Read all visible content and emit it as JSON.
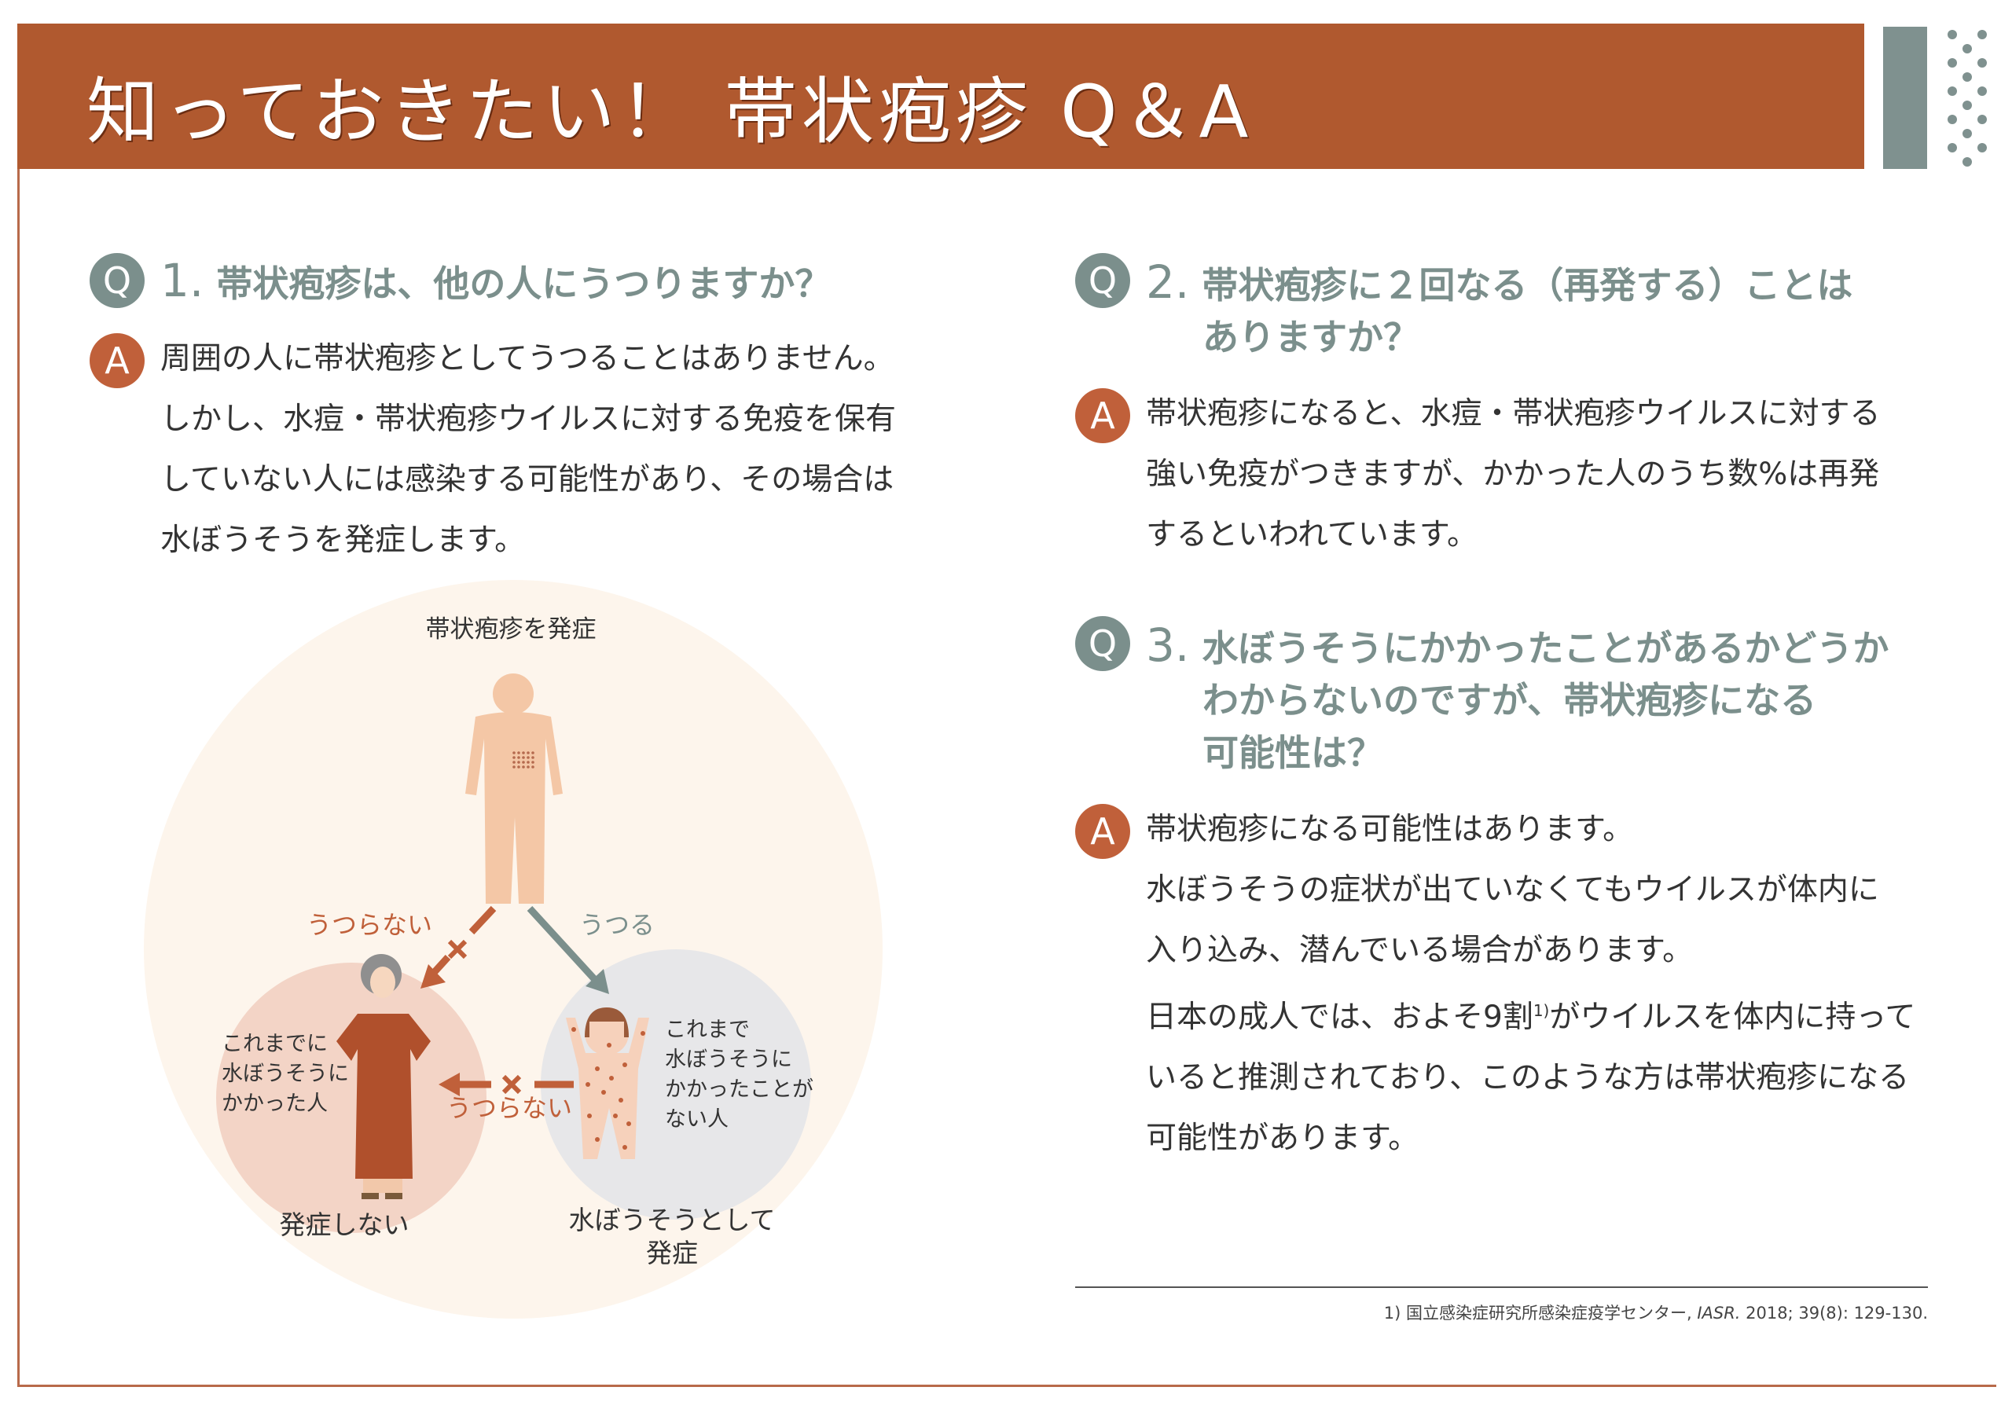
{
  "header": {
    "title": "知っておきたい！ 帯状疱疹 Q＆A"
  },
  "colors": {
    "brand": "#b0592f",
    "question": "#7b8f8c",
    "answer": "#c0603a"
  },
  "badges": {
    "q": "Q",
    "a": "A"
  },
  "q1": {
    "num": "1.",
    "question": "帯状疱疹は、他の人にうつりますか？",
    "answer_lines": [
      "周囲の人に帯状疱疹としてうつることはありません。",
      "しかし、水痘・帯状疱疹ウイルスに対する免疫を保有",
      "していない人には感染する可能性があり、その場合は",
      "水ぼうそうを発症します。"
    ]
  },
  "diagram": {
    "top_label": "帯状疱疹を発症",
    "arrow_no_upper": "うつらない",
    "arrow_yes": "うつる",
    "arrow_no_lower": "うつらない",
    "left_person_lines": [
      "これまでに",
      "水ぼうそうに",
      "かかった人"
    ],
    "right_person_lines": [
      "これまで",
      "水ぼうそうに",
      "かかったことが",
      "ない人"
    ],
    "left_result": "発症しない",
    "right_result_lines": [
      "水ぼうそうとして",
      "発症"
    ]
  },
  "q2": {
    "num": "2.",
    "question_lines": [
      "帯状疱疹に２回なる（再発する）ことは",
      "ありますか？"
    ],
    "answer_lines": [
      "帯状疱疹になると、水痘・帯状疱疹ウイルスに対する",
      "強い免疫がつきますが、かかった人のうち数%は再発",
      "するといわれています。"
    ]
  },
  "q3": {
    "num": "3.",
    "question_lines": [
      "水ぼうそうにかかったことがあるかどうか",
      "わからないのですが、帯状疱疹になる",
      "可能性は？"
    ],
    "answer_lines": [
      "帯状疱疹になる可能性はあります。",
      "水ぼうそうの症状が出ていなくてもウイルスが体内に",
      "入り込み、潜んでいる場合があります。"
    ],
    "answer_line4": {
      "before": "日本の成人では、およそ9割",
      "sup": "1)",
      "after": "がウイルスを体内に持って"
    },
    "answer_lines_end": [
      "いると推測されており、このような方は帯状疱疹になる",
      "可能性があります。"
    ]
  },
  "footnote": {
    "text": "1) 国立感染症研究所感染症疫学センター, ",
    "journal": "IASR.",
    "citation": " 2018; 39(8): 129-130."
  }
}
